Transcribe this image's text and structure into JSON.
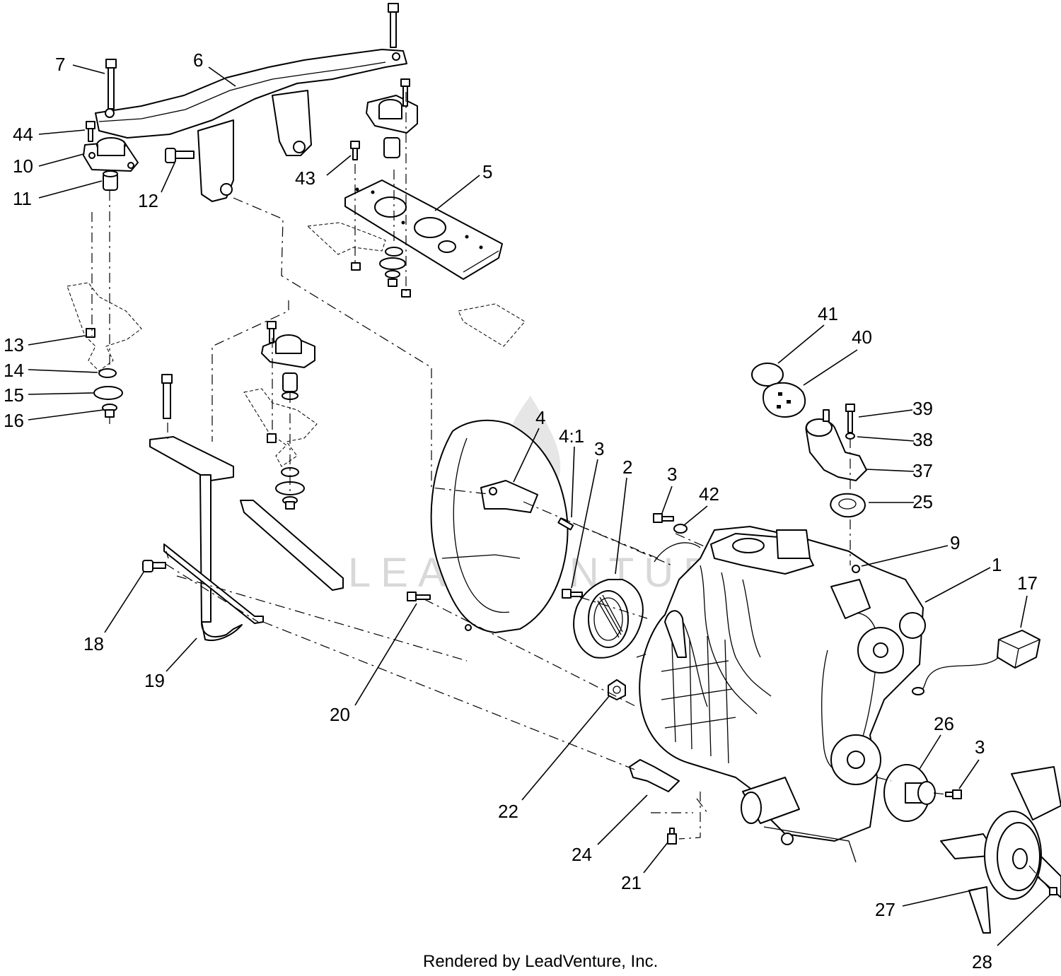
{
  "diagram": {
    "footer_text": "Rendered by LeadVenture, Inc.",
    "watermark_text": "LEADVENTURE",
    "callouts": {
      "c7": "7",
      "c6": "6",
      "c44": "44",
      "c10": "10",
      "c11": "11",
      "c12": "12",
      "c43": "43",
      "c5": "5",
      "c13": "13",
      "c14": "14",
      "c15": "15",
      "c16": "16",
      "c4": "4",
      "c4_1": "4:1",
      "c3a": "3",
      "c2": "2",
      "c3b": "3",
      "c42": "42",
      "c41": "41",
      "c40": "40",
      "c39": "39",
      "c38": "38",
      "c37": "37",
      "c25": "25",
      "c9": "9",
      "c1": "1",
      "c17": "17",
      "c18": "18",
      "c19": "19",
      "c20": "20",
      "c22": "22",
      "c24": "24",
      "c21": "21",
      "c26": "26",
      "c3c": "3",
      "c27": "27",
      "c28": "28"
    }
  }
}
